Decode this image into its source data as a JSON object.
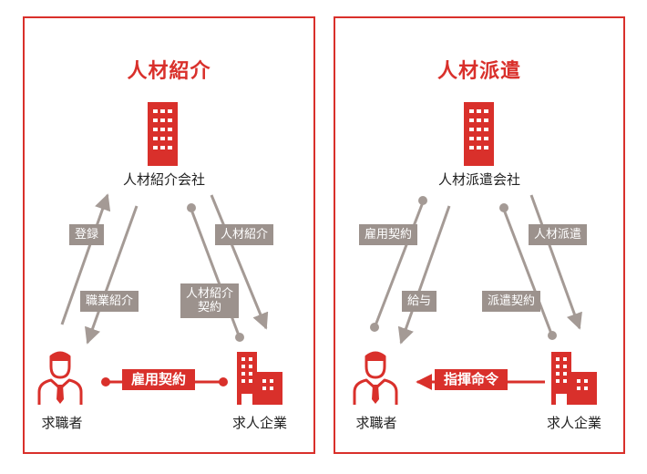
{
  "colors": {
    "accent": "#d9302b",
    "arrow": "#a49a95",
    "label_bg": "#9c928d",
    "text": "#222222"
  },
  "left": {
    "title": "人材紹介",
    "agency": "人材紹介会社",
    "seeker": "求職者",
    "company": "求人企業",
    "edges": {
      "register": "登録",
      "job_intro": "職業紹介",
      "contract": "人材紹介\n契約",
      "talent_intro": "人材紹介",
      "employment": "雇用契約"
    }
  },
  "right": {
    "title": "人材派遣",
    "agency": "人材派遣会社",
    "seeker": "求職者",
    "company": "求人企業",
    "edges": {
      "employment": "雇用契約",
      "salary": "給与",
      "dispatch_contract": "派遣契約",
      "dispatch": "人材派遣",
      "command": "指揮命令"
    }
  },
  "icons": {
    "building": "office-building-icon",
    "person": "businessperson-icon",
    "company": "company-building-icon"
  }
}
